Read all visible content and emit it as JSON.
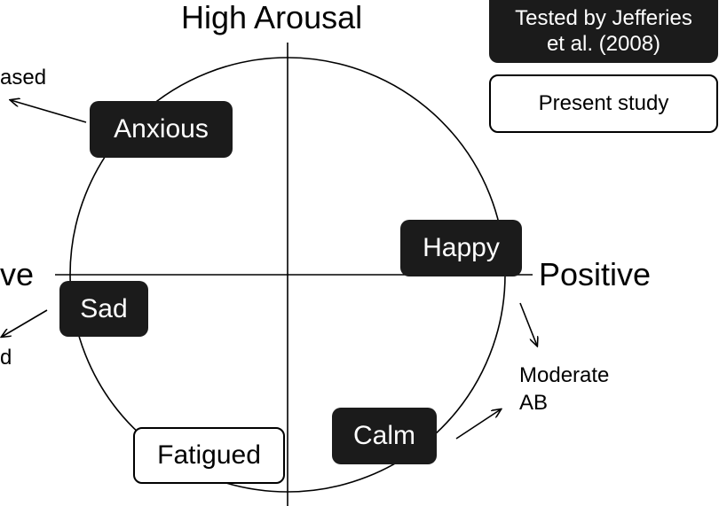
{
  "axes": {
    "top": "High Arousal",
    "right": "Positive",
    "left_clipped": "ve"
  },
  "outcomes": {
    "top_left_clipped": "ased",
    "left_clipped": "d",
    "right": [
      "Moderate",
      "AB"
    ]
  },
  "emotions": {
    "anxious": "Anxious",
    "happy": "Happy",
    "sad": "Sad",
    "calm": "Calm",
    "fatigued": "Fatigued"
  },
  "legend": {
    "tested": "Tested by Jefferies et al. (2008)",
    "present": "Present study"
  },
  "colors": {
    "filled_box": "#1b1b1b",
    "filled_text": "#ffffff",
    "outline": "#000000"
  }
}
